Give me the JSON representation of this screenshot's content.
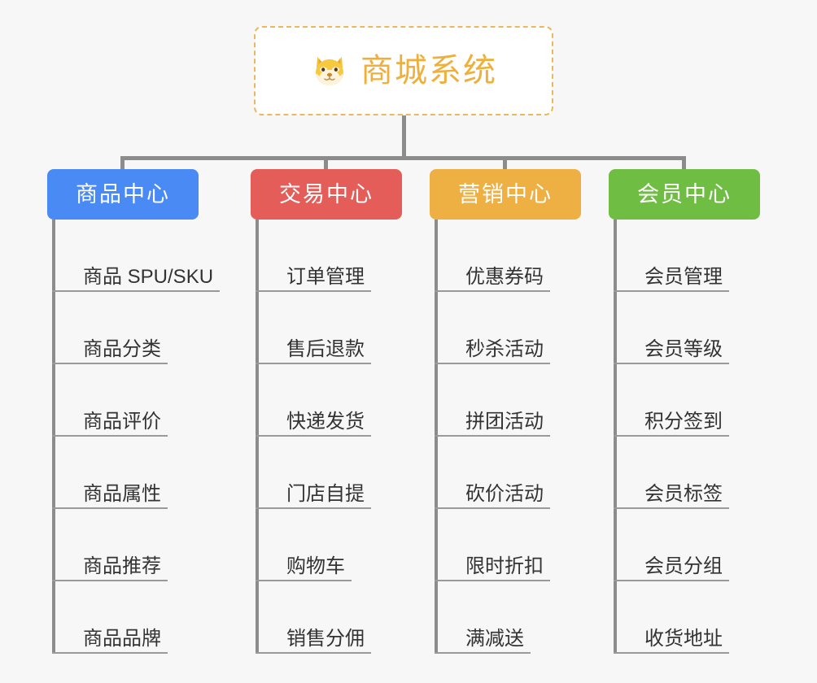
{
  "background_color": "#f7f7f7",
  "root": {
    "icon": "shiba-dog-emoji",
    "title": "商城系统",
    "border_color": "#edb75a",
    "text_color": "#efb03b",
    "fill_color": "#ffffff"
  },
  "connector_color": "#8c8c8c",
  "leaf_line_color": "#9a9a9a",
  "leaf_text_color": "#333333",
  "columns": [
    {
      "label": "商品中心",
      "color": "#4a8af4",
      "leaves": [
        "商品 SPU/SKU",
        "商品分类",
        "商品评价",
        "商品属性",
        "商品推荐",
        "商品品牌"
      ]
    },
    {
      "label": "交易中心",
      "color": "#e45d58",
      "leaves": [
        "订单管理",
        "售后退款",
        "快递发货",
        "门店自提",
        "购物车",
        "销售分佣"
      ]
    },
    {
      "label": "营销中心",
      "color": "#eeaf43",
      "leaves": [
        "优惠券码",
        "秒杀活动",
        "拼团活动",
        "砍价活动",
        "限时折扣",
        "满减送"
      ]
    },
    {
      "label": "会员中心",
      "color": "#6fbe43",
      "leaves": [
        "会员管理",
        "会员等级",
        "积分签到",
        "会员标签",
        "会员分组",
        "收货地址"
      ]
    }
  ]
}
